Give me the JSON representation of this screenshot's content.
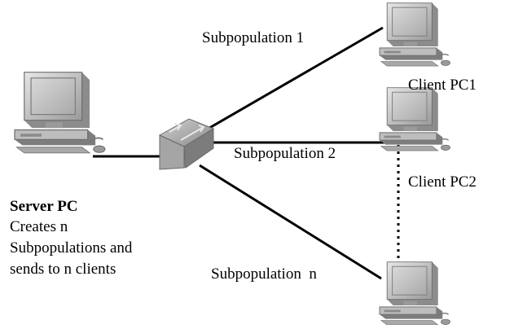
{
  "labels": {
    "sub1": "Subpopulation 1",
    "sub2": "Subpopulation 2",
    "subn": "Subpopulation  n",
    "client1": "Client PC1",
    "client2": "Client PC2"
  },
  "server": {
    "title": "Server PC",
    "desc_lines": [
      "Creates n",
      "Subpopulations and",
      "sends to n clients"
    ]
  },
  "icons": {
    "server": "desktop-computer-icon",
    "switch": "network-switch-icon",
    "client1": "desktop-computer-icon",
    "client2": "desktop-computer-icon",
    "clientn": "desktop-computer-icon"
  },
  "colors": {
    "line": "#000000",
    "computer_case": "#c9c9c9",
    "computer_shadow": "#8f8f8f",
    "screen": "#bdbdbd",
    "switch": "#9c9c9c"
  }
}
